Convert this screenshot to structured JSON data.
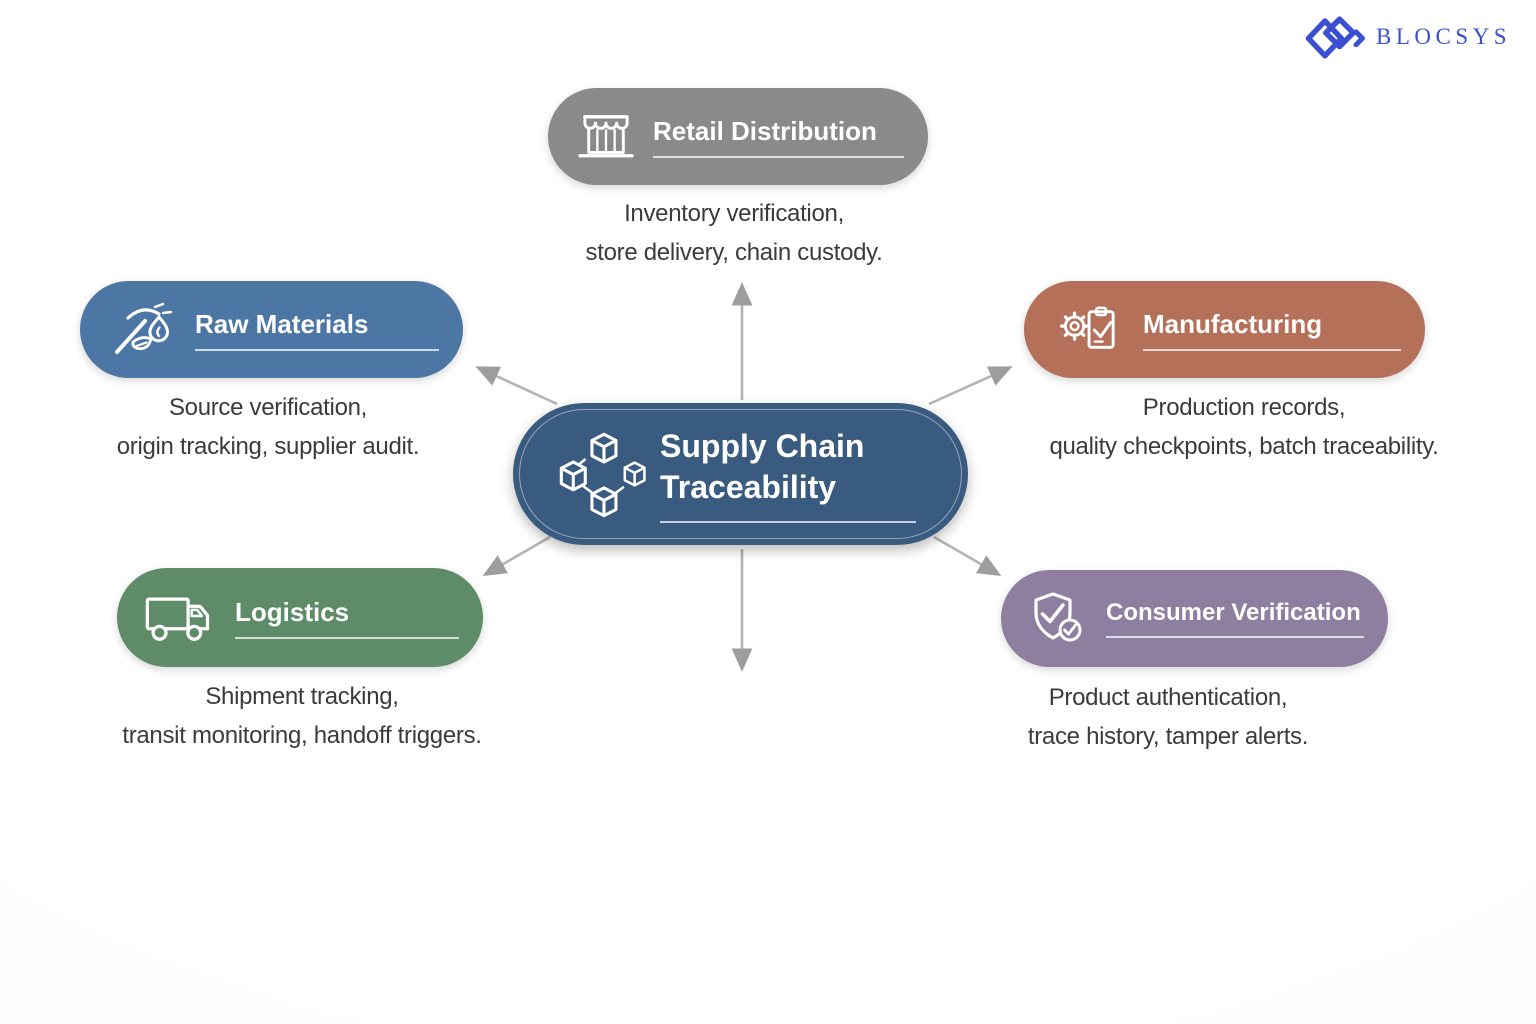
{
  "brand": {
    "name": "BLOCSYS",
    "color": "#3B50CE",
    "icon": "blocsys-diamonds-icon"
  },
  "center_node": {
    "title_line1": "Supply Chain",
    "title_line2": "Traceability",
    "icon": "blockchain-cubes-icon",
    "color": "#3A5B80"
  },
  "nodes": {
    "retail": {
      "label": "Retail Distribution",
      "desc_line1": "Inventory verification,",
      "desc_line2": "store delivery, chain custody.",
      "icon": "storefront-icon",
      "color": "#8A8A8A"
    },
    "raw": {
      "label": "Raw Materials",
      "desc_line1": "Source verification,",
      "desc_line2": "origin tracking, supplier audit.",
      "icon": "pickaxe-leaf-icon",
      "color": "#4C76A3"
    },
    "manufacturing": {
      "label": "Manufacturing",
      "desc_line1": "Production records,",
      "desc_line2": "quality checkpoints, batch traceability.",
      "icon": "gear-clipboard-icon",
      "color": "#B5705A"
    },
    "logistics": {
      "label": "Logistics",
      "desc_line1": "Shipment tracking,",
      "desc_line2": "transit monitoring, handoff triggers.",
      "icon": "truck-icon",
      "color": "#5E8B68"
    },
    "consumer": {
      "label": "Consumer Verification",
      "desc_line1": "Product authentication,",
      "desc_line2": "trace history, tamper alerts.",
      "icon": "shield-check-icon",
      "color": "#8E7EA0"
    }
  },
  "connections": [
    {
      "from": "Supply Chain Traceability",
      "to": "Retail Distribution",
      "direction": "up"
    },
    {
      "from": "Supply Chain Traceability",
      "to": "Raw Materials",
      "direction": "up-left"
    },
    {
      "from": "Supply Chain Traceability",
      "to": "Manufacturing",
      "direction": "up-right"
    },
    {
      "from": "Supply Chain Traceability",
      "to": "Logistics",
      "direction": "down-left"
    },
    {
      "from": "Supply Chain Traceability",
      "to": "Consumer Verification",
      "direction": "down-right"
    },
    {
      "from": "Supply Chain Traceability",
      "to": "",
      "direction": "down"
    }
  ],
  "arrow_color": "#ABABAB"
}
